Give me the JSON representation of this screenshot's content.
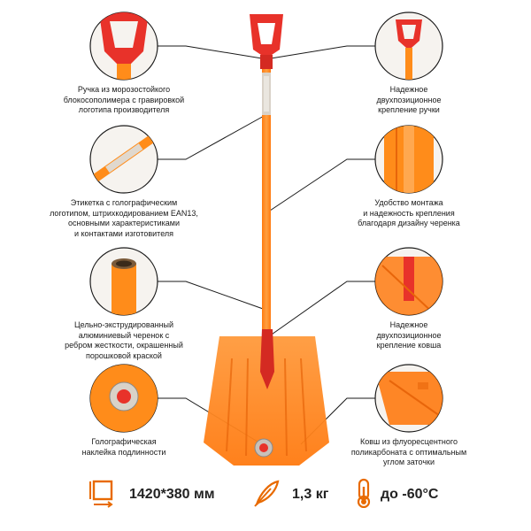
{
  "colors": {
    "accent": "#ff7a10",
    "handle_red": "#e8322a",
    "shaft_orange": "#ff8c1a",
    "text": "#1a1a1a",
    "icon": "#e86a00"
  },
  "callouts": [
    {
      "id": "handle",
      "text": "Ручка из морозостойкого\nблокосополимера с гравировкой\nлоготипа производителя"
    },
    {
      "id": "handle-mount",
      "text": "Надежное\nдвухпозиционное\nкрепление ручки"
    },
    {
      "id": "label",
      "text": "Этикетка с голографическим\nлоготипом, штрихкодированием EAN13,\nосновными характеристиками\nи контактами изготовителя"
    },
    {
      "id": "shaft-design",
      "text": "Удобство монтажа\nи надежность крепления\nблагодаря дизайну черенка"
    },
    {
      "id": "shaft",
      "text": "Цельно-экструдированный\nалюминиевый черенок с\nребром жесткости, окрашенный\nпорошковой краской"
    },
    {
      "id": "blade-mount",
      "text": "Надежное\nдвухпозиционное\nкрепление ковша"
    },
    {
      "id": "sticker",
      "text": "Голографическая\nнаклейка подлинности"
    },
    {
      "id": "blade",
      "text": "Ковш из флуоресцентного\nполикарбоната с оптимальным\nуглом заточки"
    }
  ],
  "specs": {
    "dimensions": {
      "icon": "dimensions-icon",
      "value": "1420*380 мм"
    },
    "weight": {
      "icon": "feather-icon",
      "value": "1,3 кг"
    },
    "temperature": {
      "icon": "thermometer-icon",
      "value": "до -60°С"
    }
  }
}
